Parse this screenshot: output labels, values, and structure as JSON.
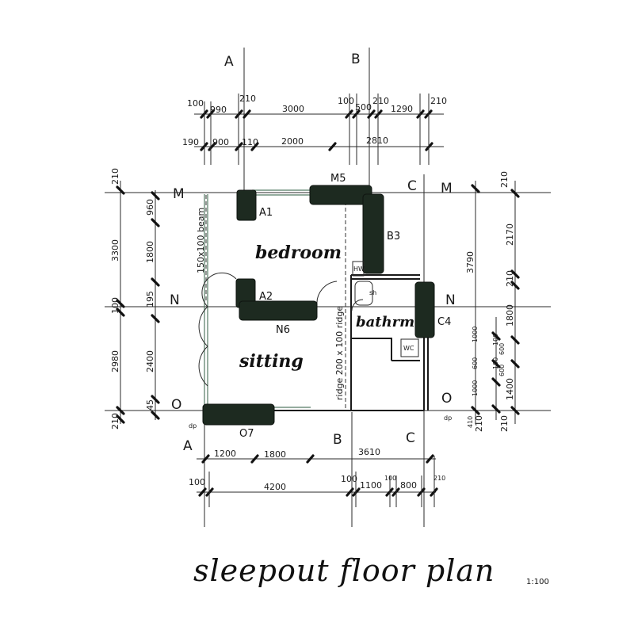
{
  "title": "sleepout floor plan",
  "scale": "1:100",
  "grid_letters": {
    "a_top": "A",
    "b_top": "B",
    "c_mid": "C",
    "a_bot": "A",
    "b_bot": "B",
    "c_bot": "C"
  },
  "grid_rows": {
    "m_left": "M",
    "m_right": "M",
    "n_left": "N",
    "n_right": "N",
    "o_left": "O",
    "o_right": "O"
  },
  "rooms": {
    "bedroom": "bedroom",
    "sitting": "sitting",
    "bathroom": "bathrm"
  },
  "tags": {
    "a1": "A1",
    "a2": "A2",
    "b3": "B3",
    "c4": "C4",
    "n6": "N6",
    "m5": "M5",
    "o7": "O7",
    "hw": "HW",
    "wc": "WC",
    "sh": "sh",
    "dp_left": "dp",
    "dp_right": "dp"
  },
  "annotations": {
    "beam": "150x100 beam",
    "ridge": "ridge 200 x 100 ridge"
  },
  "top_dims_row1": [
    "100",
    "990",
    "210",
    "3000",
    "100",
    "500",
    "210",
    "1290",
    "210"
  ],
  "top_dims_row2": [
    "190",
    "900",
    "110",
    "2000",
    "2810"
  ],
  "left_outer": [
    "210",
    "3300",
    "100",
    "2980",
    "210"
  ],
  "left_inner": [
    "960",
    "1800",
    "195",
    "2400",
    "45"
  ],
  "right_outer": [
    "210",
    "3790",
    "210"
  ],
  "right_inner": [
    "2170",
    "210",
    "1800",
    "1400",
    "210"
  ],
  "right_small": [
    "1000",
    "600",
    "1000",
    "600",
    "100",
    "100",
    "410",
    "600"
  ],
  "bottom_dims_row1": [
    "1200",
    "1800",
    "3610"
  ],
  "bottom_dims_row2": [
    "100",
    "4200",
    "100",
    "1100",
    "100",
    "800",
    "210"
  ]
}
